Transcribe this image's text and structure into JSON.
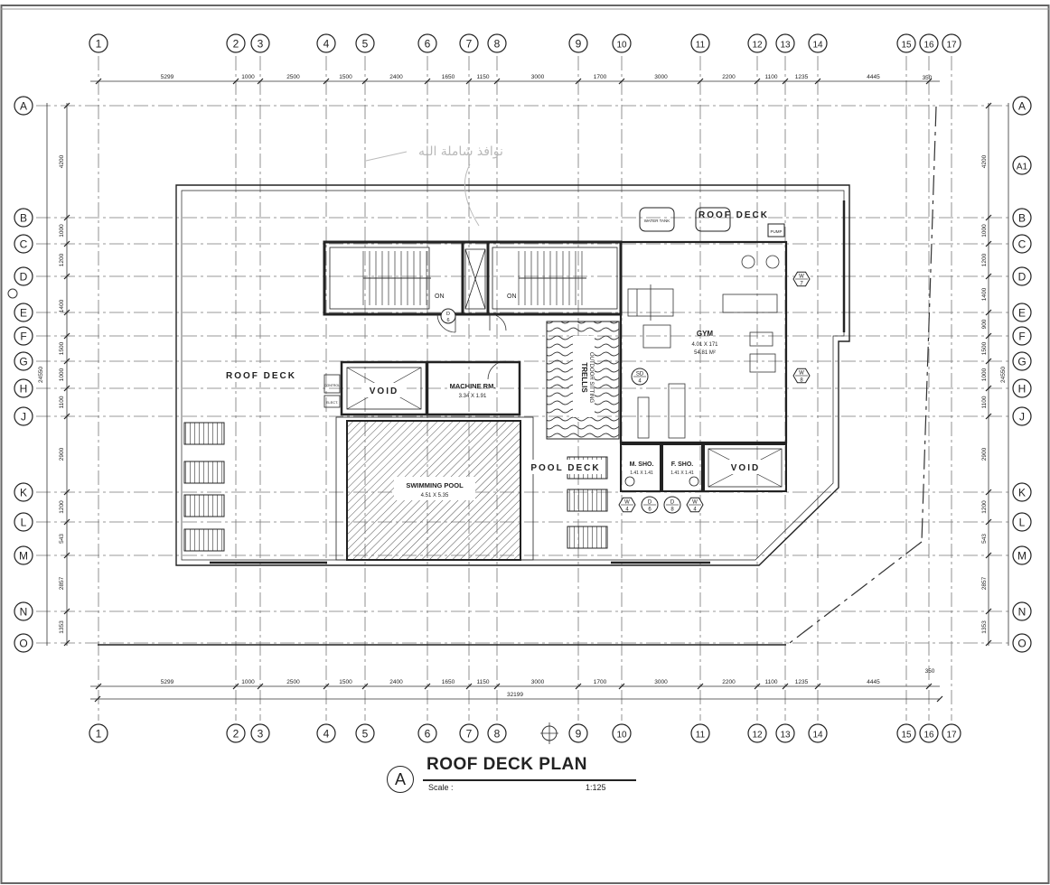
{
  "drawing": {
    "title": "ROOF DECK PLAN",
    "reference": "A",
    "scale_label": "Scale :",
    "scale_value": "1:125",
    "arabic_note": "نوافذ شاملة الله"
  },
  "grid": {
    "columns": [
      "1",
      "2",
      "3",
      "4",
      "5",
      "6",
      "7",
      "8",
      "9",
      "10",
      "11",
      "12",
      "13",
      "14",
      "15",
      "16",
      "17"
    ],
    "rows": [
      "A",
      "A1",
      "B",
      "C",
      "D",
      "E",
      "F",
      "G",
      "H",
      "J",
      "K",
      "L",
      "M",
      "N",
      "O"
    ]
  },
  "dimensions": {
    "column_spacings": [
      "5299",
      "1000",
      "2500",
      "1500",
      "2400",
      "1650",
      "1150",
      "3000",
      "1700",
      "3000",
      "2200",
      "1100",
      "1235",
      "4445"
    ],
    "top_extra": "350",
    "bottom_overall": "32199",
    "bottom_small": "350",
    "row_spacings_left": [
      "4200",
      "1000",
      "1200",
      "1400",
      "1500",
      "1000",
      "1100",
      "2900",
      "1200",
      "543",
      "2857",
      "1353"
    ],
    "row_spacings_right": [
      "4200",
      "1000",
      "1200",
      "1400",
      "900",
      "1500",
      "1000",
      "1100",
      "2900",
      "1200",
      "543",
      "2857",
      "1353"
    ],
    "overall_height": "24550"
  },
  "labels": {
    "roof_deck_left": "ROOF DECK",
    "roof_deck_top": "ROOF DECK",
    "pool_deck": "POOL DECK",
    "void_left": "VOID",
    "void_right": "VOID",
    "machine_room": "MACHINE RM.",
    "machine_room_size": "3.34 X 1.91",
    "swimming_pool": "SWIMMING POOL",
    "swimming_pool_size": "4.51 X 5.35",
    "gym": "GYM",
    "gym_size": "4.01 X 171",
    "gym_area": "54.81 M²",
    "trellis": "TRELLIS",
    "outdoor_sitting": "OUTDOOR SITTING",
    "m_sho": "M. SHO.",
    "m_sho_size": "1.41 X 1.41",
    "f_sho": "F. SHO.",
    "f_sho_size": "1.41 X 1.41",
    "water_tank": "WATER TANK",
    "pump": "PUMP",
    "stair_on": "ON",
    "control": "CONTROL",
    "elec": "ELECT."
  },
  "tags": {
    "sd": {
      "top": "SD",
      "bottom": "4"
    },
    "w7": {
      "top": "W",
      "bottom": "7"
    },
    "w8": {
      "top": "W",
      "bottom": "8"
    },
    "w4a": {
      "top": "W",
      "bottom": "4"
    },
    "w4b": {
      "top": "W",
      "bottom": "4"
    },
    "d6a": {
      "top": "D",
      "bottom": "6"
    },
    "d6b": {
      "top": "D",
      "bottom": "6"
    },
    "d8": {
      "top": "D",
      "bottom": "8"
    }
  }
}
